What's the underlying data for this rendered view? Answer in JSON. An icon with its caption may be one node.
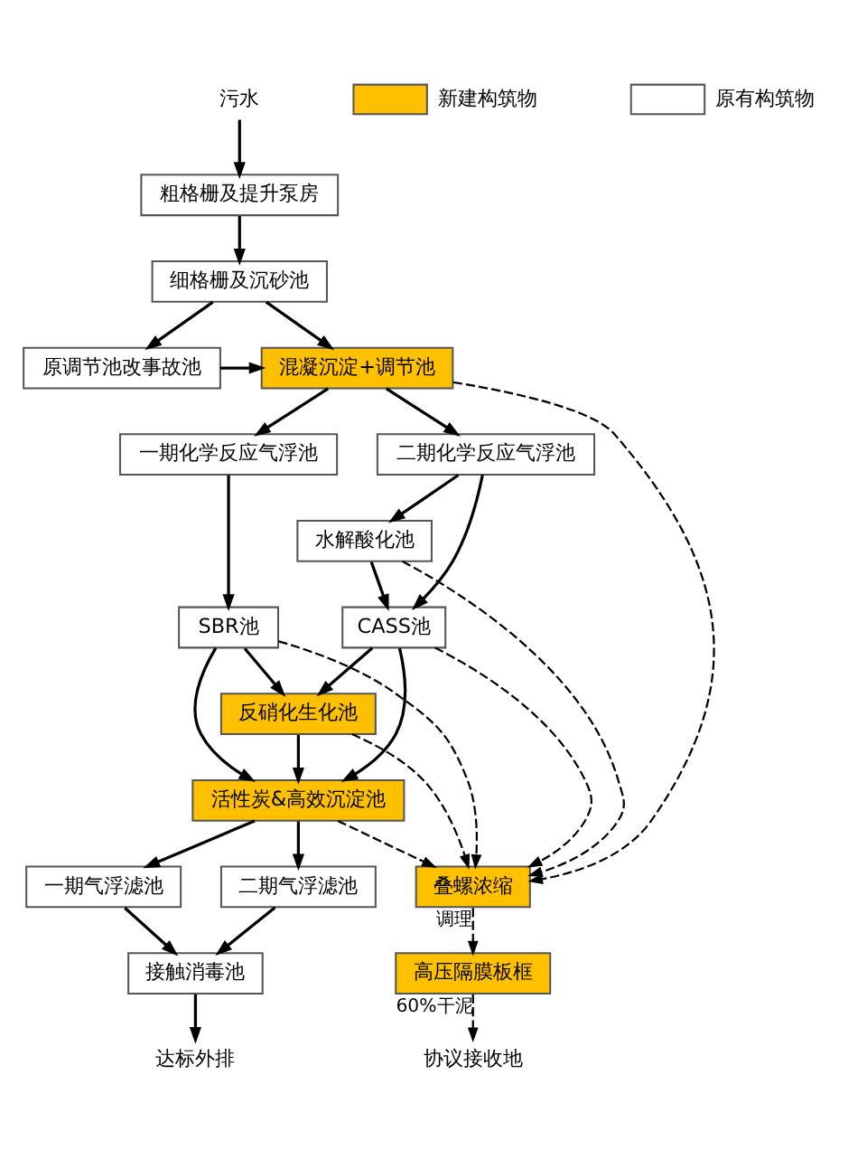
{
  "diagram": {
    "nodes": [
      {
        "text": [
          "污水"
        ]
      },
      {
        "text": [
          "粗格栅及提升泵房"
        ]
      },
      {
        "text": [
          "细格栅及沉砂池"
        ]
      },
      {
        "text": [
          "混凝沉淀+调节池"
        ]
      },
      {
        "text": [
          "原调节池改事故池"
        ]
      },
      {
        "text": [
          "一期化学反应气浮池"
        ]
      },
      {
        "text": [
          "二期化学反应气浮池"
        ]
      },
      {
        "text": [
          "水解酸化池"
        ]
      },
      {
        "text": [
          "SBR池"
        ]
      },
      {
        "text": [
          "CASS池"
        ]
      },
      {
        "text": [
          "反硝化生化池"
        ]
      },
      {
        "text": [
          "活性炭&高效沉淀池"
        ]
      },
      {
        "text": [
          "一期气浮滤池"
        ]
      },
      {
        "text": [
          "二期气浮滤池"
        ]
      },
      {
        "text": [
          "接触消毒池"
        ]
      },
      {
        "text": [
          "达标外排"
        ]
      },
      {
        "text": [
          "叠螺浓缩"
        ]
      },
      {
        "text": [
          "高压隔膜板框"
        ]
      },
      {
        "text": [
          "协议接收地"
        ]
      }
    ],
    "edges": [
      {
        "from": 0,
        "to": 1,
        "arrow": "to"
      },
      {
        "from": 1,
        "to": 2,
        "arrow": "to"
      },
      {
        "from": 2,
        "to": 3,
        "arrow": "to"
      },
      {
        "from": 2,
        "to": 4,
        "arrow": "to"
      },
      {
        "from": 4,
        "to": 3,
        "arrow": "to"
      },
      {
        "from": 3,
        "to": 5,
        "arrow": "to"
      },
      {
        "from": 3,
        "to": 6,
        "arrow": "to"
      },
      {
        "from": 3,
        "to": 16,
        "arrow": "to",
        "style": "dashed"
      },
      {
        "from": 6,
        "to": 7,
        "arrow": "to"
      },
      {
        "from": 6,
        "to": 9,
        "arrow": "to"
      },
      {
        "from": 7,
        "to": 9,
        "arrow": "to"
      },
      {
        "from": 7,
        "to": 16,
        "arrow": "to",
        "style": "dashed"
      },
      {
        "from": 5,
        "to": 8,
        "arrow": "to"
      },
      {
        "from": 8,
        "to": 10,
        "arrow": "to"
      },
      {
        "from": 9,
        "to": 10,
        "arrow": "to"
      },
      {
        "from": 8,
        "to": 11,
        "arrow": "to"
      },
      {
        "from": 9,
        "to": 11,
        "arrow": "to"
      },
      {
        "from": 8,
        "to": 16,
        "arrow": "to",
        "style": "dashed"
      },
      {
        "from": 9,
        "to": 16,
        "arrow": "to",
        "style": "dashed"
      },
      {
        "from": 10,
        "to": 11,
        "arrow": "to"
      },
      {
        "from": 10,
        "to": 16,
        "arrow": "to",
        "style": "dashed"
      },
      {
        "from": 11,
        "to": 16,
        "arrow": "to",
        "style": "dashed"
      },
      {
        "from": 11,
        "to": 12,
        "arrow": "to"
      },
      {
        "from": 11,
        "to": 13,
        "arrow": "to"
      },
      {
        "from": 12,
        "to": 14,
        "arrow": "to"
      },
      {
        "from": 13,
        "to": 14,
        "arrow": "to"
      },
      {
        "from": 14,
        "to": 15,
        "arrow": "to"
      },
      {
        "from": 16,
        "to": 17,
        "arrow": "to",
        "style": "dashed",
        "label": "调理"
      },
      {
        "from": 17,
        "to": 18,
        "arrow": "to",
        "style": "dashed",
        "label": "60%干泥"
      }
    ],
    "legend": [
      {
        "text": "新建构筑物",
        "color": "#ffc000"
      },
      {
        "text": "原有构筑物",
        "color": "#ffffff"
      }
    ]
  }
}
